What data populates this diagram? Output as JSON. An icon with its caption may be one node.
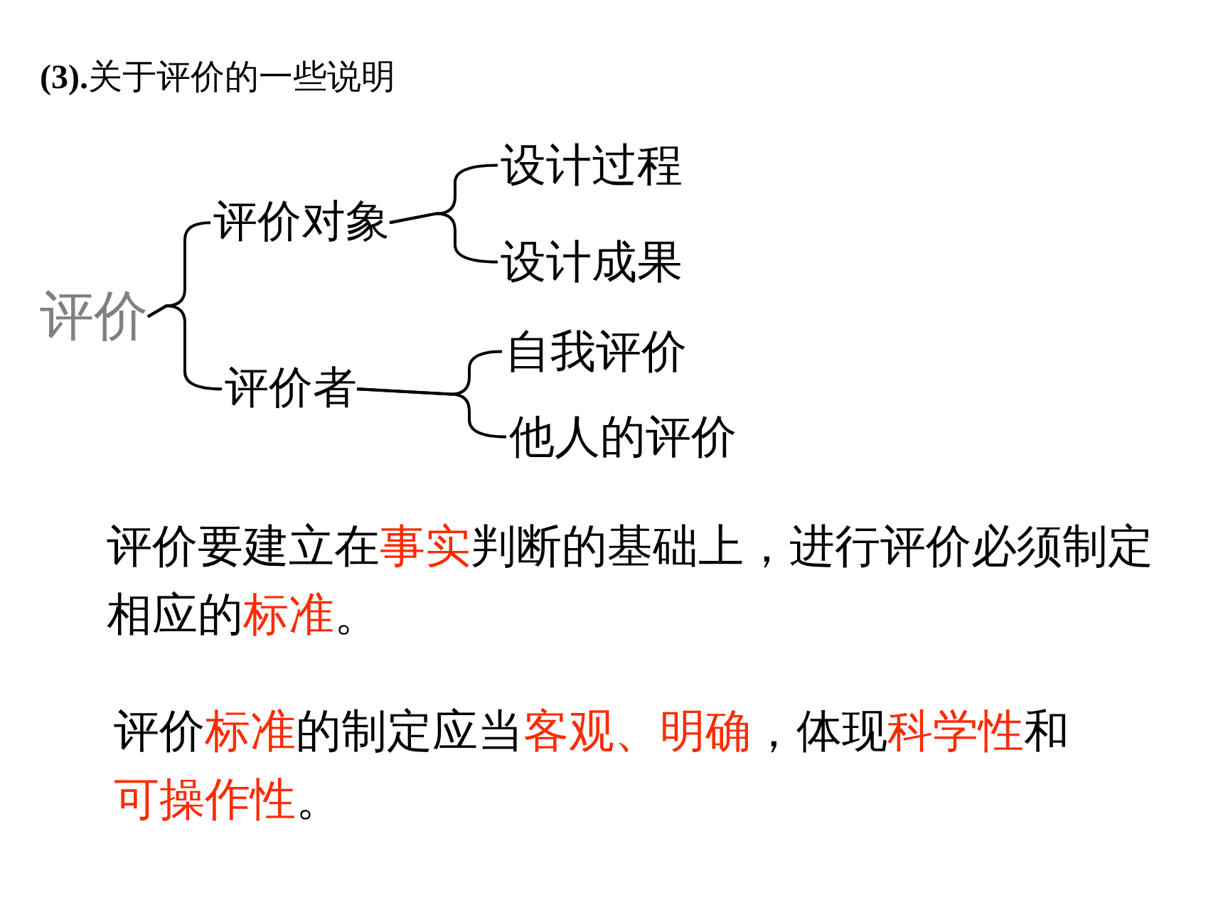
{
  "diagram": {
    "title": "**(3).**关于评价的一些说明",
    "nodes": [
      {
        "text": [
          "评价"
        ]
      },
      {
        "text": [
          "评价对象"
        ]
      },
      {
        "text": [
          "评价者"
        ]
      },
      {
        "text": [
          "设计过程"
        ]
      },
      {
        "text": [
          "设计成果"
        ]
      },
      {
        "text": [
          "自我评价"
        ]
      },
      {
        "text": [
          "他人的评价"
        ]
      }
    ],
    "edges": [
      {
        "from": 0,
        "to": 1,
        "arrow": "none"
      },
      {
        "from": 0,
        "to": 2,
        "arrow": "none"
      },
      {
        "from": 1,
        "to": 3,
        "arrow": "none"
      },
      {
        "from": 1,
        "to": 4,
        "arrow": "none"
      },
      {
        "from": 2,
        "to": 5,
        "arrow": "none"
      },
      {
        "from": 2,
        "to": 6,
        "arrow": "none"
      }
    ],
    "labels": [
      "评价要建立在**事实**判断的基础上，进行评价必须制定相应的**标准**。",
      "评价**标准**的制定应当**客观、明确**，体现**科学性**和**可操作性**。"
    ]
  }
}
